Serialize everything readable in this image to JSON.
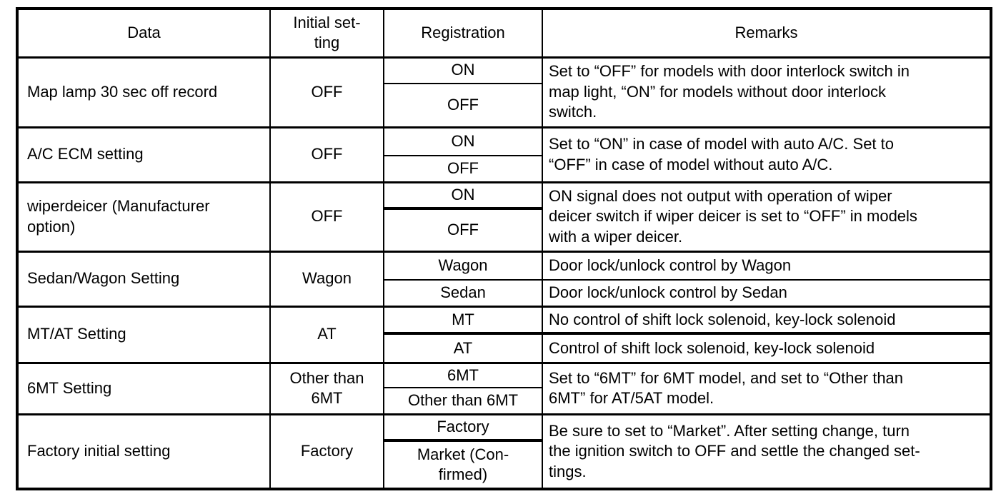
{
  "table": {
    "colors": {
      "border": "#000000",
      "background": "#ffffff",
      "text": "#000000"
    },
    "header": {
      "data": "Data",
      "initial_setting": "Initial set-\nting",
      "registration": "Registration",
      "remarks": "Remarks"
    },
    "rows": [
      {
        "data": "Map lamp 30 sec off record",
        "initial": "OFF",
        "registrations": [
          "ON",
          "OFF"
        ],
        "remarks": [
          "Set to “OFF” for models with door interlock switch in\nmap light, “ON” for models without door interlock\nswitch."
        ]
      },
      {
        "data": "A/C ECM setting",
        "initial": "OFF",
        "registrations": [
          "ON",
          "OFF"
        ],
        "remarks": [
          "Set to “ON” in case of model with auto A/C. Set to\n“OFF” in case of model without auto A/C."
        ]
      },
      {
        "data": "wiperdeicer (Manufacturer\noption)",
        "initial": "OFF",
        "registrations": [
          "ON",
          "OFF"
        ],
        "remarks": [
          "ON signal does not output with operation of wiper\ndeicer switch if wiper deicer is set to “OFF” in models\nwith a wiper deicer."
        ]
      },
      {
        "data": "Sedan/Wagon Setting",
        "initial": "Wagon",
        "registrations": [
          "Wagon",
          "Sedan"
        ],
        "remarks": [
          "Door lock/unlock control by Wagon",
          "Door lock/unlock control by Sedan"
        ]
      },
      {
        "data": "MT/AT Setting",
        "initial": "AT",
        "registrations": [
          "MT",
          "AT"
        ],
        "remarks": [
          "No control of shift lock solenoid, key-lock solenoid",
          "Control of shift lock solenoid, key-lock solenoid"
        ]
      },
      {
        "data": "6MT Setting",
        "initial": "Other than\n6MT",
        "registrations": [
          "6MT",
          "Other than 6MT"
        ],
        "remarks": [
          "Set to “6MT” for 6MT model, and set to “Other than\n6MT” for AT/5AT model."
        ]
      },
      {
        "data": "Factory initial setting",
        "initial": "Factory",
        "registrations": [
          "Factory",
          "Market (Con-\nfirmed)"
        ],
        "remarks": [
          "Be sure to set to “Market”. After setting change, turn\nthe ignition switch to OFF and settle the changed set-\ntings."
        ]
      }
    ]
  }
}
